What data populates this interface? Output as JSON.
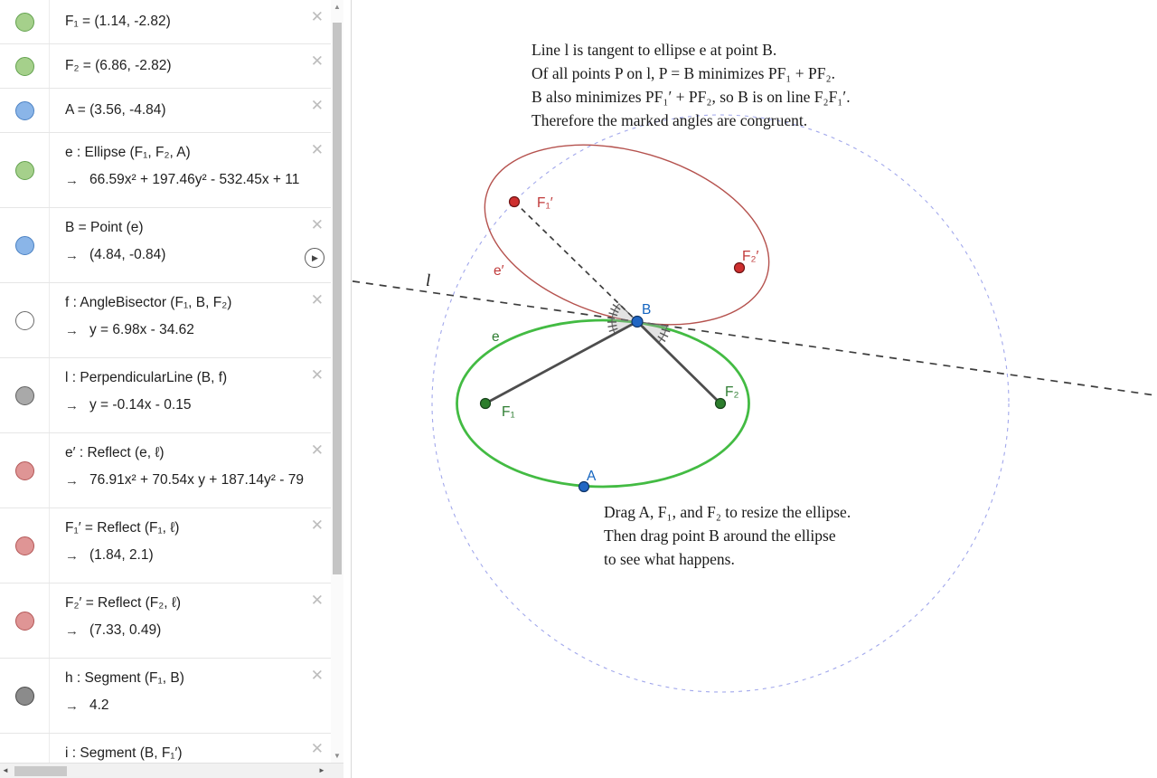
{
  "ui": {
    "arrow": "→",
    "close": "✕",
    "play": "▶",
    "scroll_up": "▲",
    "scroll_down": "▼",
    "scroll_left": "◄",
    "scroll_right": "►"
  },
  "algebra": {
    "rows": [
      {
        "label": "F₁ = (1.14, -2.82)"
      },
      {
        "label": "F₂ = (6.86, -2.82)"
      },
      {
        "label": "A = (3.56, -4.84)"
      },
      {
        "label": "e : Ellipse (F₁, F₂, A)",
        "value": "66.59x² + 197.46y² - 532.45x + 11"
      },
      {
        "label": "B = Point (e)",
        "value": "(4.84, -0.84)"
      },
      {
        "label": "f : AngleBisector (F₁, B, F₂)",
        "value": "y = 6.98x - 34.62"
      },
      {
        "label": "l : PerpendicularLine (B, f)",
        "value": "y = -0.14x - 0.15"
      },
      {
        "label": "e′ : Reflect (e, ℓ)",
        "value": "76.91x² + 70.54x y + 187.14y² - 79"
      },
      {
        "label": "F₁′ = Reflect (F₁, ℓ)",
        "value": "(1.84, 2.1)"
      },
      {
        "label": "F₂′ = Reflect (F₂, ℓ)",
        "value": "(7.33, 0.49)"
      },
      {
        "label": "h : Segment (F₁, B)",
        "value": "4.2"
      },
      {
        "label": "i : Segment (B, F₁′)"
      }
    ]
  },
  "graphics": {
    "top_text": [
      "Line l is tangent to ellipse e at point B.",
      "Of all points P on l,  P = B minimizes PF₁ + PF₂.",
      "B also minimizes PF₁′ + PF₂,  so B is on line F₂F₁′.",
      "Therefore the marked angles are congruent."
    ],
    "bottom_text": [
      "Drag A,  F₁,  and F₂ to resize the ellipse.",
      "Then drag point B around the ellipse",
      "to see what happens."
    ],
    "labels": {
      "B": "B",
      "A": "A",
      "F1": "F₁",
      "F2": "F₂",
      "F1p": "F₁′",
      "F2p": "F₂′",
      "e": "e",
      "ep": "e′",
      "l": "l"
    }
  },
  "colors": {
    "green_conic": "#43bb43",
    "green_label": "#2e7d32",
    "green_point": "#2c7d2c",
    "blue_point": "#2166c3",
    "blue_label": "#1565c0",
    "red_conic": "#b5524e",
    "red_point": "#ce2f2f",
    "red_label": "#c03a3a",
    "dashed_circle": "#a2a8ec",
    "dark_line": "#3d3d3d",
    "segment": "#4d4d4d"
  }
}
